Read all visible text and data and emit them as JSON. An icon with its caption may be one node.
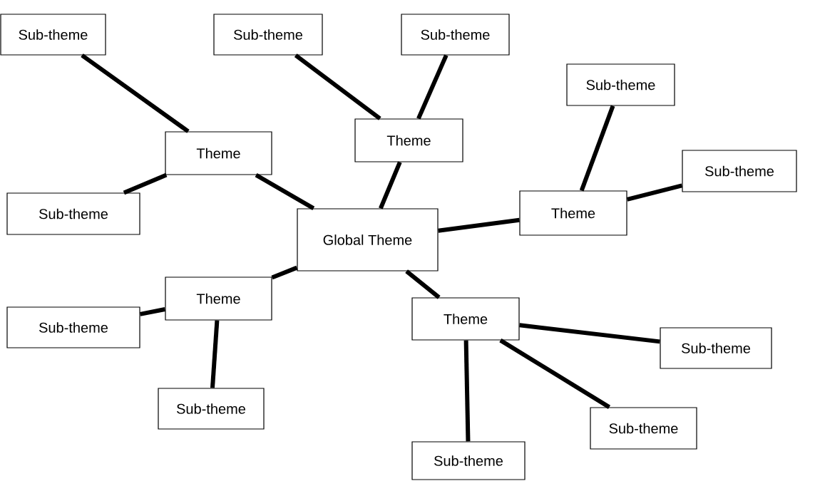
{
  "diagram": {
    "nodes": [
      {
        "text": [
          "Global Theme"
        ]
      },
      {
        "text": [
          "Theme"
        ]
      },
      {
        "text": [
          "Theme"
        ]
      },
      {
        "text": [
          "Theme"
        ]
      },
      {
        "text": [
          "Theme"
        ]
      },
      {
        "text": [
          "Theme"
        ]
      },
      {
        "text": [
          "Sub-theme"
        ]
      },
      {
        "text": [
          "Sub-theme"
        ]
      },
      {
        "text": [
          "Sub-theme"
        ]
      },
      {
        "text": [
          "Sub-theme"
        ]
      },
      {
        "text": [
          "Sub-theme"
        ]
      },
      {
        "text": [
          "Sub-theme"
        ]
      },
      {
        "text": [
          "Sub-theme"
        ]
      },
      {
        "text": [
          "Sub-theme"
        ]
      },
      {
        "text": [
          "Sub-theme"
        ]
      },
      {
        "text": [
          "Sub-theme"
        ]
      },
      {
        "text": [
          "Sub-theme"
        ]
      }
    ],
    "edges": [
      {
        "from": 0,
        "to": 1,
        "arrow": "none"
      },
      {
        "from": 0,
        "to": 2,
        "arrow": "none"
      },
      {
        "from": 0,
        "to": 3,
        "arrow": "none"
      },
      {
        "from": 0,
        "to": 4,
        "arrow": "none"
      },
      {
        "from": 0,
        "to": 5,
        "arrow": "none"
      },
      {
        "from": 1,
        "to": 6,
        "arrow": "none"
      },
      {
        "from": 1,
        "to": 7,
        "arrow": "none"
      },
      {
        "from": 2,
        "to": 8,
        "arrow": "none"
      },
      {
        "from": 2,
        "to": 9,
        "arrow": "none"
      },
      {
        "from": 3,
        "to": 10,
        "arrow": "none"
      },
      {
        "from": 3,
        "to": 11,
        "arrow": "none"
      },
      {
        "from": 4,
        "to": 12,
        "arrow": "none"
      },
      {
        "from": 4,
        "to": 13,
        "arrow": "none"
      },
      {
        "from": 5,
        "to": 14,
        "arrow": "none"
      },
      {
        "from": 5,
        "to": 15,
        "arrow": "none"
      },
      {
        "from": 5,
        "to": 16,
        "arrow": "none"
      }
    ]
  }
}
